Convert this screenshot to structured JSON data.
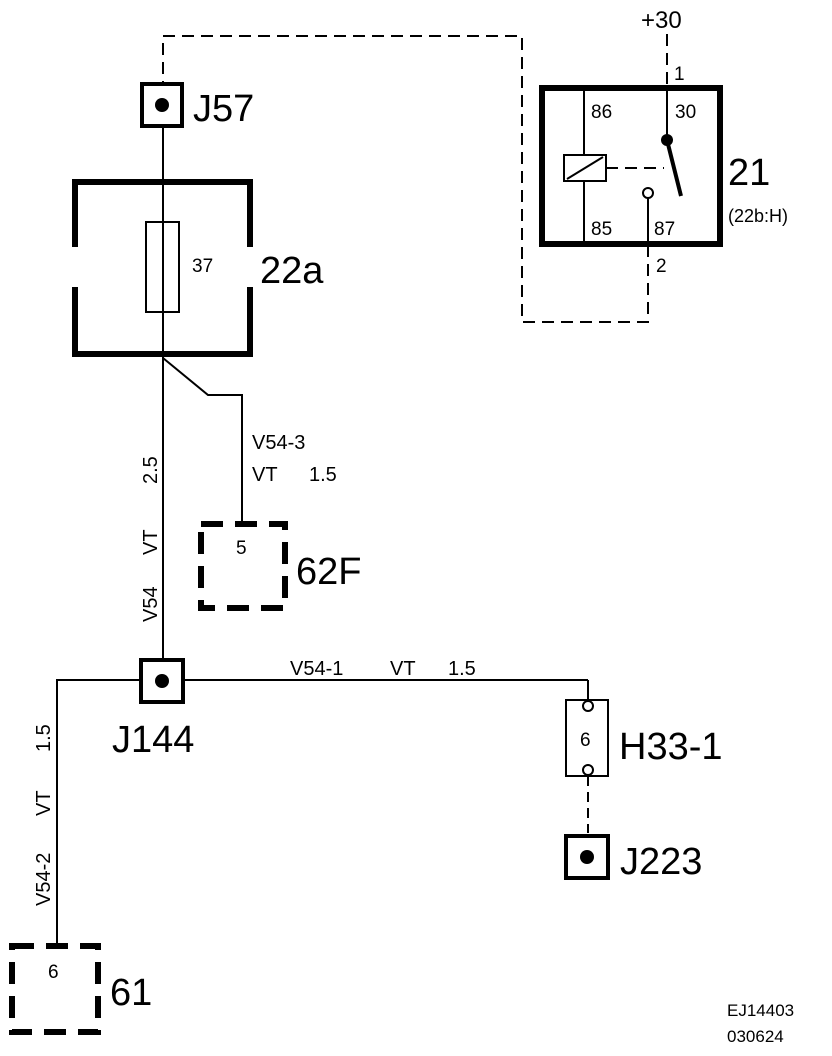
{
  "supply": {
    "label": "+30"
  },
  "junctions": {
    "j57": "J57",
    "j144": "J144",
    "j223": "J223"
  },
  "fuse_box": {
    "label": "22a",
    "fuse_number": "37"
  },
  "relay": {
    "label": "21",
    "reference": "(22b:H)",
    "pins": {
      "p86": "86",
      "p30": "30",
      "p85": "85",
      "p87": "87"
    },
    "connector_pins": {
      "top": "1",
      "bottom": "2"
    }
  },
  "connectors": {
    "c62f": {
      "label": "62F",
      "pin": "5"
    },
    "c61": {
      "label": "61",
      "pin": "6"
    },
    "h33": {
      "label": "H33-1",
      "pin": "6"
    }
  },
  "wires": {
    "main": {
      "id": "V54",
      "color": "VT",
      "size": "2.5"
    },
    "w3": {
      "id": "V54-3",
      "color": "VT",
      "size": "1.5"
    },
    "w1": {
      "id": "V54-1",
      "color": "VT",
      "size": "1.5"
    },
    "w2": {
      "id": "V54-2",
      "color": "VT",
      "size": "1.5"
    }
  },
  "footer": {
    "drawing_id": "EJ14403",
    "date": "030624"
  }
}
